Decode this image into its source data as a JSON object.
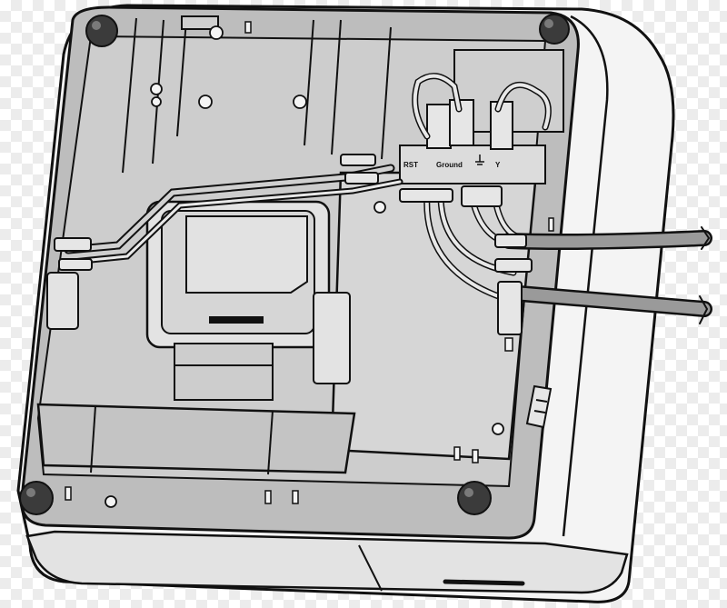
{
  "terminal_labels": [
    "RST",
    "Ground",
    "Y"
  ],
  "colors": {
    "outline": "#111111",
    "housing": "#f4f4f4",
    "housing_shade": "#e3e3e3",
    "base_panel": "#bdbdbd",
    "inner_panel": "#cdcdcd",
    "board": "#d6d6d6",
    "cable": "#9a9a9a",
    "foot": "#3b3b3b"
  },
  "icons": [
    "screw-hole-icon",
    "ground-symbol-icon",
    "rubber-foot-icon"
  ]
}
